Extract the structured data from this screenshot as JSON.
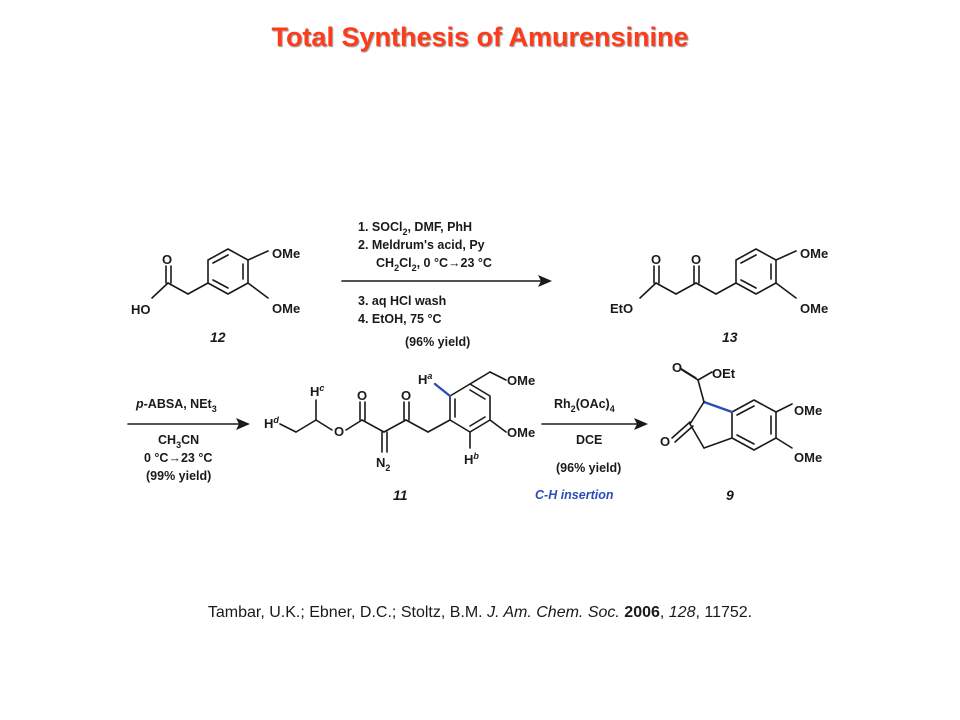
{
  "slide": {
    "title": "Total Synthesis of Amurensinine"
  },
  "compounds": {
    "c12": {
      "number": "12",
      "ome_top": "OMe",
      "ome_bottom": "OMe",
      "ho": "HO",
      "o": "O"
    },
    "c13": {
      "number": "13",
      "ome_top": "OMe",
      "ome_bottom": "OMe",
      "eto": "EtO",
      "o1": "O",
      "o2": "O"
    },
    "c11": {
      "number": "11",
      "ome_top": "OMe",
      "ome_bottom": "OMe",
      "ha_h": "H",
      "ha_sup": "a",
      "hb_h": "H",
      "hb_sup": "b",
      "hc_h": "H",
      "hc_sup": "c",
      "hd_h": "H",
      "hd_sup": "d",
      "n2_n": "N",
      "n2_sub": "2",
      "o_ester": "O",
      "o_carbonyl1": "O",
      "o_carbonyl2": "O"
    },
    "c9": {
      "number": "9",
      "oet": "OEt",
      "ome_top": "OMe",
      "ome_bottom": "OMe",
      "o_ester": "O",
      "o_ketone": "O"
    }
  },
  "step1": {
    "line1a": "1. SOCl",
    "line1_sub": "2",
    "line1b": ", DMF, PhH",
    "line2": "2. Meldrum's acid, Py",
    "line3a": "CH",
    "line3_sub1": "2",
    "line3b": "Cl",
    "line3_sub2": "2",
    "line3c": ", 0 °C→23 °C",
    "line4": "3. aq HCl wash",
    "line5": "4. EtOH, 75 °C",
    "line6": "(96% yield)"
  },
  "step2": {
    "line1a": "p",
    "line1b": "-ABSA, NEt",
    "line1_sub": "3",
    "line2a": "CH",
    "line2_sub": "3",
    "line2b": "CN",
    "line3": "0 °C→23 °C",
    "line4": "(99% yield)"
  },
  "step3": {
    "line1a": "Rh",
    "line1_sub1": "2",
    "line1b": "(OAc)",
    "line1_sub2": "4",
    "line2": "DCE",
    "line3": "(96% yield)",
    "label": "C-H insertion"
  },
  "citation": {
    "authors": "Tambar, U.K.; Ebner, D.C.; Stoltz, B.M. ",
    "journal": "J. Am. Chem. Soc.",
    "year": "2006",
    "volume": "128",
    "pages": ", 11752.",
    "sep1": " ",
    "sep2": ", "
  },
  "colors": {
    "title": "#ff3b1a",
    "highlight": "#2b4db8",
    "text": "#1a1a1a"
  }
}
